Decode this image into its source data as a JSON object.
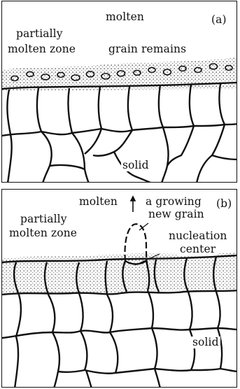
{
  "panel_a": {
    "tag": "(a)",
    "labels": {
      "molten": "molten",
      "partially_line1": "partially",
      "partially_line2": "molten zone",
      "grain_remains": "grain remains",
      "solid": "solid"
    }
  },
  "panel_b": {
    "tag": "(b)",
    "labels": {
      "molten": "molten",
      "growing_line1": "a growing",
      "growing_line2": "new grain",
      "partially_line1": "partially",
      "partially_line2": "molten zone",
      "nucleation_line1": "nucleation",
      "nucleation_line2": "center",
      "solid": "solid"
    }
  },
  "colors": {
    "ink": "#111111",
    "paper": "#ffffff",
    "stipple": "#555555"
  }
}
